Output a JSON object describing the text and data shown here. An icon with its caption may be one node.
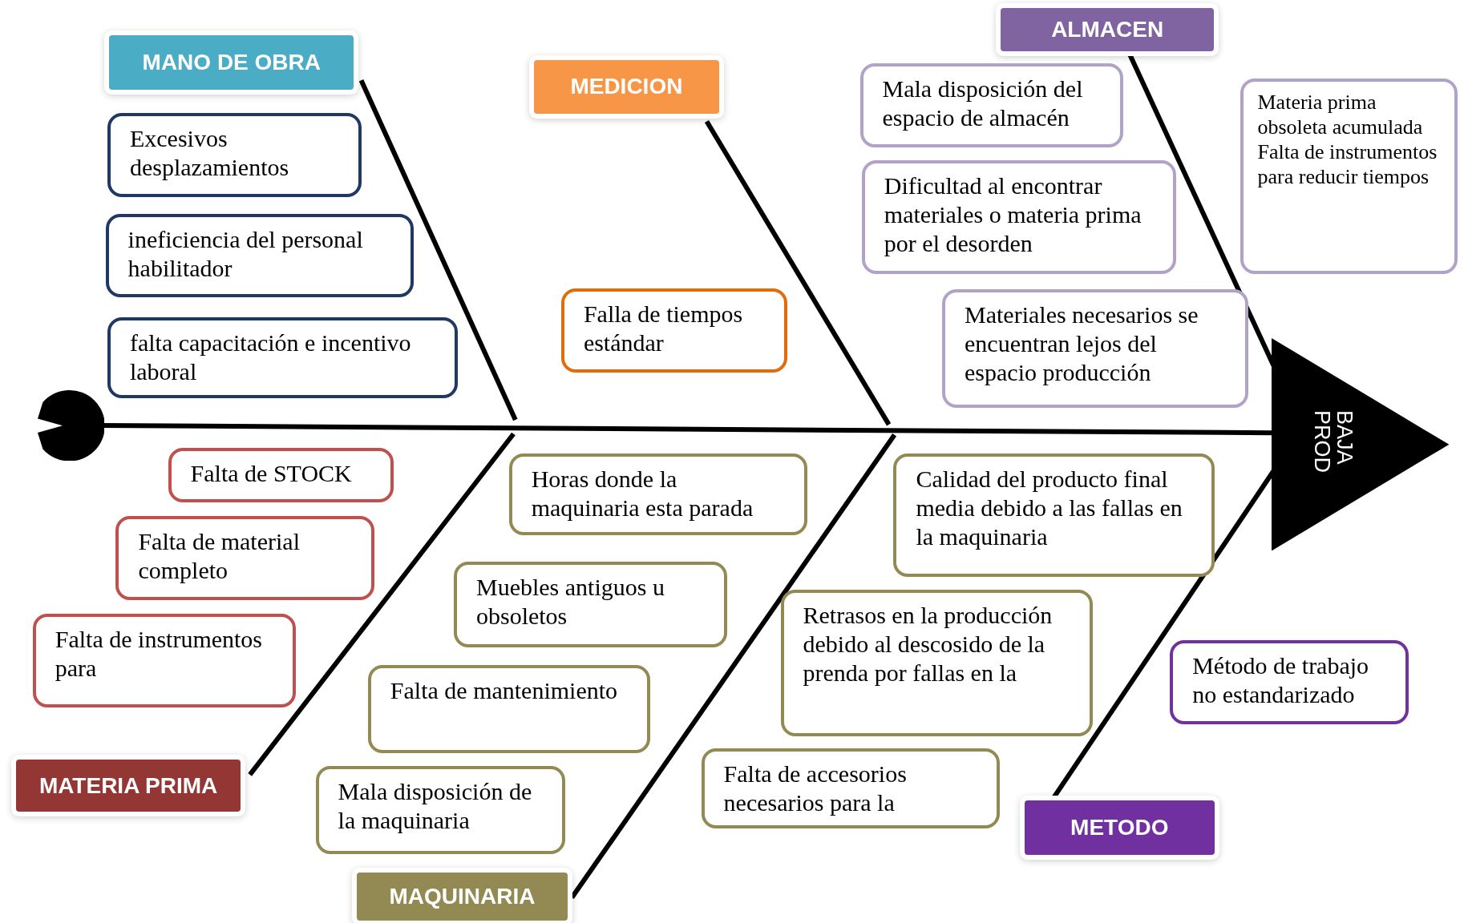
{
  "diagram": {
    "nodes": [
      {
        "text": [
          "MANO DE OBRA"
        ]
      },
      {
        "text": [
          "Excesivos desplazamientos"
        ]
      },
      {
        "text": [
          "ineficiencia del personal habilitador"
        ]
      },
      {
        "text": [
          "falta capacitación e incentivo laboral"
        ]
      },
      {
        "text": [
          "MEDICION"
        ]
      },
      {
        "text": [
          "Falla de tiempos estándar"
        ]
      },
      {
        "text": [
          "ALMACEN"
        ]
      },
      {
        "text": [
          "Mala disposición del espacio de almacén"
        ]
      },
      {
        "text": [
          "Dificultad al encontrar materiales o materia prima por el desorden"
        ]
      },
      {
        "text": [
          "Materia prima obsoleta acumulada Falta de instrumentos para reducir tiempos"
        ]
      },
      {
        "text": [
          "Materiales necesarios se encuentran lejos del espacio producción"
        ]
      },
      {
        "text": [
          "BAJA PROD"
        ]
      },
      {
        "text": [],
        "shape": "circle"
      },
      {
        "text": [
          "Falta de STOCK"
        ]
      },
      {
        "text": [
          "Falta de material completo"
        ]
      },
      {
        "text": [
          "Falta de instrumentos para"
        ]
      },
      {
        "text": [
          "MATERIA PRIMA"
        ]
      },
      {
        "text": [
          "Horas donde la maquinaria esta parada"
        ]
      },
      {
        "text": [
          "Muebles antiguos u obsoletos"
        ]
      },
      {
        "text": [
          "Falta de mantenimiento"
        ]
      },
      {
        "text": [
          "Mala disposición de la maquinaria"
        ]
      },
      {
        "text": [
          "MAQUINARIA"
        ]
      },
      {
        "text": [
          "Calidad del producto final media debido a las fallas en la maquinaria"
        ]
      },
      {
        "text": [
          "Retrasos en la producción debido al descosido de la prenda por fallas en la"
        ]
      },
      {
        "text": [
          "Falta de accesorios necesarios para la"
        ]
      },
      {
        "text": [
          "Método de trabajo no estandarizado"
        ]
      },
      {
        "text": [
          "METODO"
        ]
      }
    ],
    "edges": [
      {
        "from": 12,
        "to": 11,
        "arrow": "none"
      },
      {
        "from": 0,
        "to": null,
        "arrow": "none"
      },
      {
        "from": 4,
        "to": null,
        "arrow": "none"
      },
      {
        "from": 6,
        "to": 11,
        "arrow": "none"
      },
      {
        "from": 16,
        "to": null,
        "arrow": "none"
      },
      {
        "from": 21,
        "to": null,
        "arrow": "none"
      },
      {
        "from": 26,
        "to": 11,
        "arrow": "none"
      }
    ]
  }
}
